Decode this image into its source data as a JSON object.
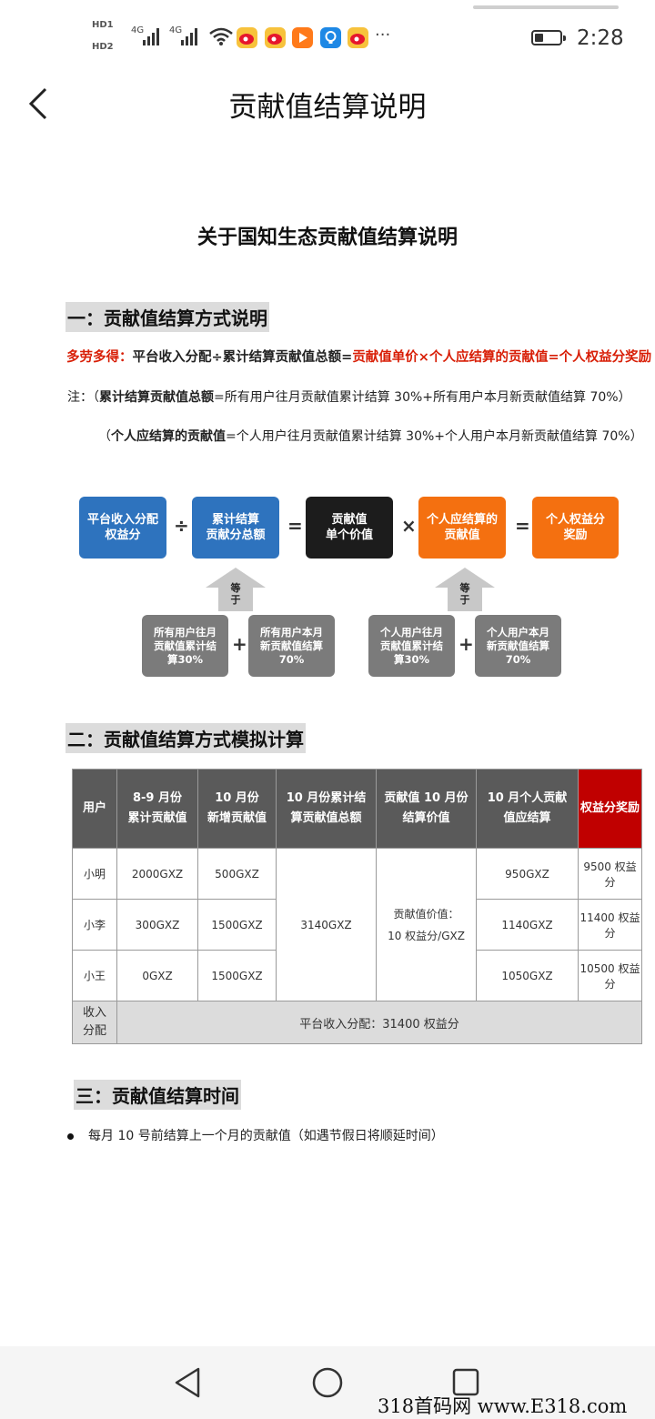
{
  "status": {
    "hd1": "HD",
    "hd1_sub": "1",
    "hd2": "HD",
    "hd2_sub": "2",
    "net1": "4G",
    "net2": "4G",
    "more": "···",
    "time": "2:28",
    "icons": [
      "wifi-icon",
      "weibo-icon",
      "weibo-icon",
      "video-app-icon",
      "bulb-app-icon",
      "weibo-icon"
    ]
  },
  "header": {
    "title": "贡献值结算说明"
  },
  "doc": {
    "title": "关于国知生态贡献值结算说明",
    "section1": "一：贡献值结算方式说明",
    "formula_prefix": "多劳多得：",
    "formula_black": "平台收入分配÷累计结算贡献值总额=",
    "formula_red": "贡献值单价×个人应结算的贡献值=个人权益分奖励",
    "note1_prefix": "注：（",
    "note1_bold": "累计结算贡献值总额",
    "note1_rest": "=所有用户往月贡献值累计结算 30%+所有用户本月新贡献值结算 70%）",
    "note2_prefix": "（",
    "note2_bold": "个人应结算的贡献值",
    "note2_rest": "=个人用户往月贡献值累计结算 30%+个人用户本月新贡献值结算 70%）",
    "diagram": {
      "b1": "平台收入分配\n权益分",
      "op1": "÷",
      "b2": "累计结算\n贡献分总额",
      "op2": "=",
      "b3": "贡献值\n单个价值",
      "op3": "×",
      "b4": "个人应结算的\n贡献值",
      "op4": "=",
      "b5": "个人权益分\n奖励",
      "eq_label": "等\n于",
      "g1": "所有用户往月\n贡献值累计结\n算30%",
      "g2": "所有用户本月\n新贡献值结算\n70%",
      "g3": "个人用户往月\n贡献值累计结\n算30%",
      "g4": "个人用户本月\n新贡献值结算\n70%",
      "plus": "+"
    },
    "section2": "二：贡献值结算方式模拟计算",
    "table": {
      "headers": [
        "用户",
        "8-9 月份\n累计贡献值",
        "10 月份\n新增贡献值",
        "10 月份累计结\n算贡献值总额",
        "贡献值 10 月份\n结算价值",
        "10 月个人贡献\n值应结算",
        "权益分奖励"
      ],
      "rows": [
        [
          "小明",
          "2000GXZ",
          "500GXZ",
          "950GXZ",
          "9500 权益分"
        ],
        [
          "小李",
          "300GXZ",
          "1500GXZ",
          "1140GXZ",
          "11400 权益分"
        ],
        [
          "小王",
          "0GXZ",
          "1500GXZ",
          "1050GXZ",
          "10500 权益分"
        ]
      ],
      "total_merged": "3140GXZ",
      "price_merged": "贡献值价值：\n10 权益分/GXZ",
      "revenue_label": "收入\n分配",
      "revenue_value": "平台收入分配：31400 权益分"
    },
    "section3": "三：贡献值结算时间",
    "bullet": "每月 10 号前结算上一个月的贡献值（如遇节假日将顺延时间）"
  },
  "watermark": "318首码网 www.E318.com"
}
